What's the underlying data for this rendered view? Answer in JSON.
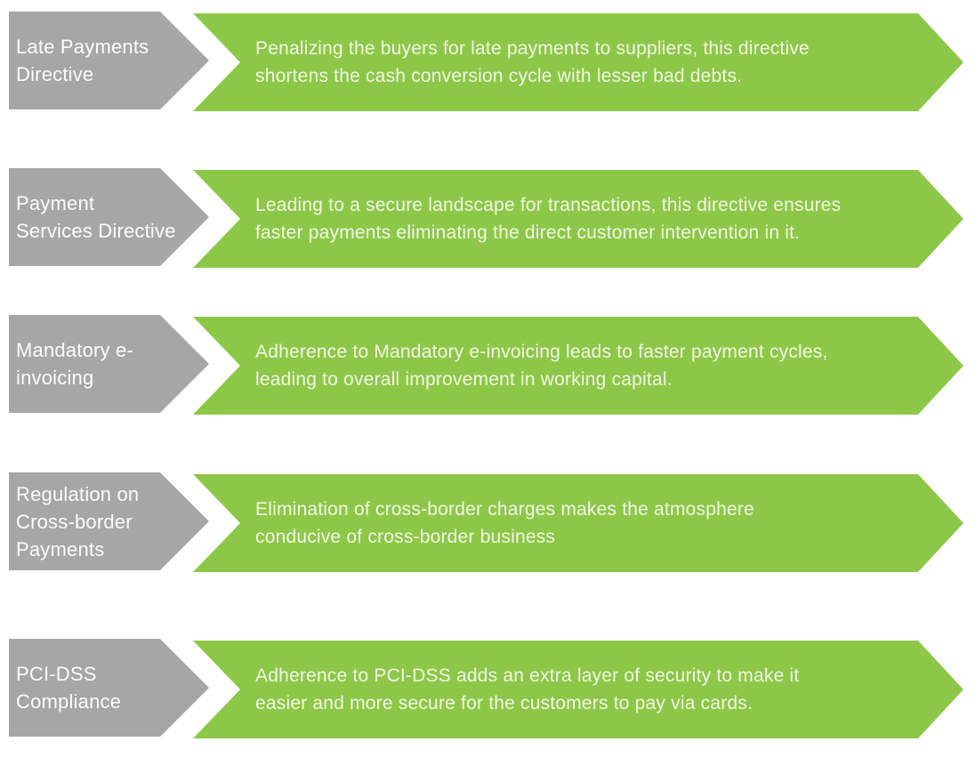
{
  "colors": {
    "arrow_gray": "#A6A6A6",
    "arrow_green": "#8DC748",
    "label_text": "#FCFCFC",
    "desc_text": "#F0F7E4",
    "page_bg": "#FFFFFF"
  },
  "rows": [
    {
      "label": "Late Payments Directive",
      "label_lines": [
        "Late Payments",
        "Directive"
      ],
      "desc_lines": [
        "Penalizing the buyers for late payments to suppliers, this directive",
        "shortens the cash conversion cycle with lesser bad debts."
      ]
    },
    {
      "label": "Payment Services Directive",
      "label_lines": [
        "Payment",
        "Services Directive"
      ],
      "desc_lines": [
        "Leading to a secure landscape for transactions, this directive ensures",
        "faster payments eliminating the direct customer intervention in it."
      ]
    },
    {
      "label": "Mandatory e-invoicing",
      "label_lines": [
        "Mandatory e-",
        "invoicing"
      ],
      "desc_lines": [
        "Adherence to Mandatory e-invoicing leads to faster payment cycles,",
        "leading to overall improvement in working capital."
      ]
    },
    {
      "label": "Regulation on Cross-border Payments",
      "label_lines": [
        "Regulation on",
        "Cross-border",
        "Payments"
      ],
      "desc_lines": [
        "Elimination of cross-border charges makes the atmosphere",
        "conducive of cross-border business"
      ]
    },
    {
      "label": "PCI-DSS Compliance",
      "label_lines": [
        "PCI-DSS",
        "Compliance"
      ],
      "desc_lines": [
        "Adherence to PCI-DSS adds an extra layer of security to make it",
        "easier and more secure for the customers to pay via cards."
      ]
    }
  ]
}
